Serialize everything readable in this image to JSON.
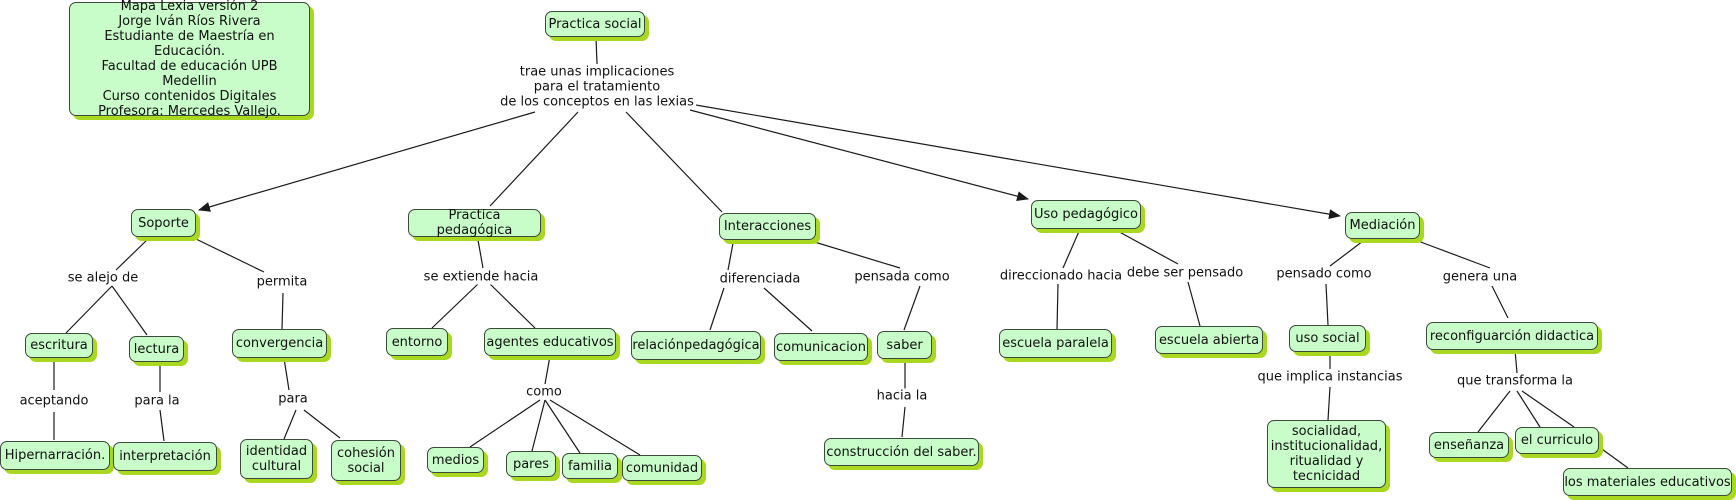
{
  "info_box": "Mapa Lexia versión 2\nJorge Iván Ríos Rivera\nEstudiante de Maestría en Educación.\nFacultad de educación UPB\nMedellin\nCurso contenidos Digitales\nProfesora: Mercedes Vallejo.",
  "concepts": {
    "practica_social": "Practica social",
    "soporte": "Soporte",
    "practica_pedagogica": "Practica pedagógica",
    "interacciones": "Interacciones",
    "uso_pedagogico": "Uso pedagógico",
    "mediacion": "Mediación",
    "escritura": "escritura",
    "lectura": "lectura",
    "convergencia": "convergencia",
    "hipernarracion": "Hipernarración.",
    "interpretacion": "interpretación",
    "identidad_cultural": "identidad\ncultural",
    "cohesion_social": "cohesión\nsocial",
    "entorno": "entorno",
    "agentes_educativos": "agentes educativos",
    "medios": "medios",
    "pares": "pares",
    "familia": "familia",
    "comunidad": "comunidad",
    "relacion_pedagogica": "relaciónpedagógica",
    "comunicacion": "comunicacion",
    "saber": "saber",
    "construccion_saber": "construcción del saber.",
    "escuela_paralela": "escuela paralela",
    "escuela_abierta": "escuela abierta",
    "uso_social": "uso social",
    "socialidad": "socialidad,\ninstitucionalidad,\nritualidad y\ntecnicidad",
    "reconfiguracion": "reconfiguarción  didactica",
    "ensenanza": "enseñanza",
    "curriculo": "el curriculo",
    "materiales": "los materiales educativos"
  },
  "linking_phrases": {
    "trae": "trae unas implicaciones\npara el tratamiento\nde los conceptos en las lexias",
    "se_alejo_de": "se alejo de",
    "permita": "permita",
    "aceptando": "aceptando",
    "para_la": "para la",
    "para": "para",
    "se_extiende_hacia": "se extiende hacia",
    "como": "como",
    "diferenciada": "diferenciada",
    "pensada_como": "pensada como",
    "hacia_la": "hacia la",
    "direccionado_hacia": "direccionado hacia",
    "debe_ser_pensado": "debe ser pensado",
    "pensado_como": "pensado como",
    "genera_una": "genera una",
    "que_implica_instancias": "que implica instancias",
    "que_transforma_la": "que transforma la"
  },
  "colors": {
    "node_fill": "#c8fcc8",
    "node_shadow": "#a8d820",
    "border": "#3c4a3c",
    "line": "#1a1a1a"
  }
}
